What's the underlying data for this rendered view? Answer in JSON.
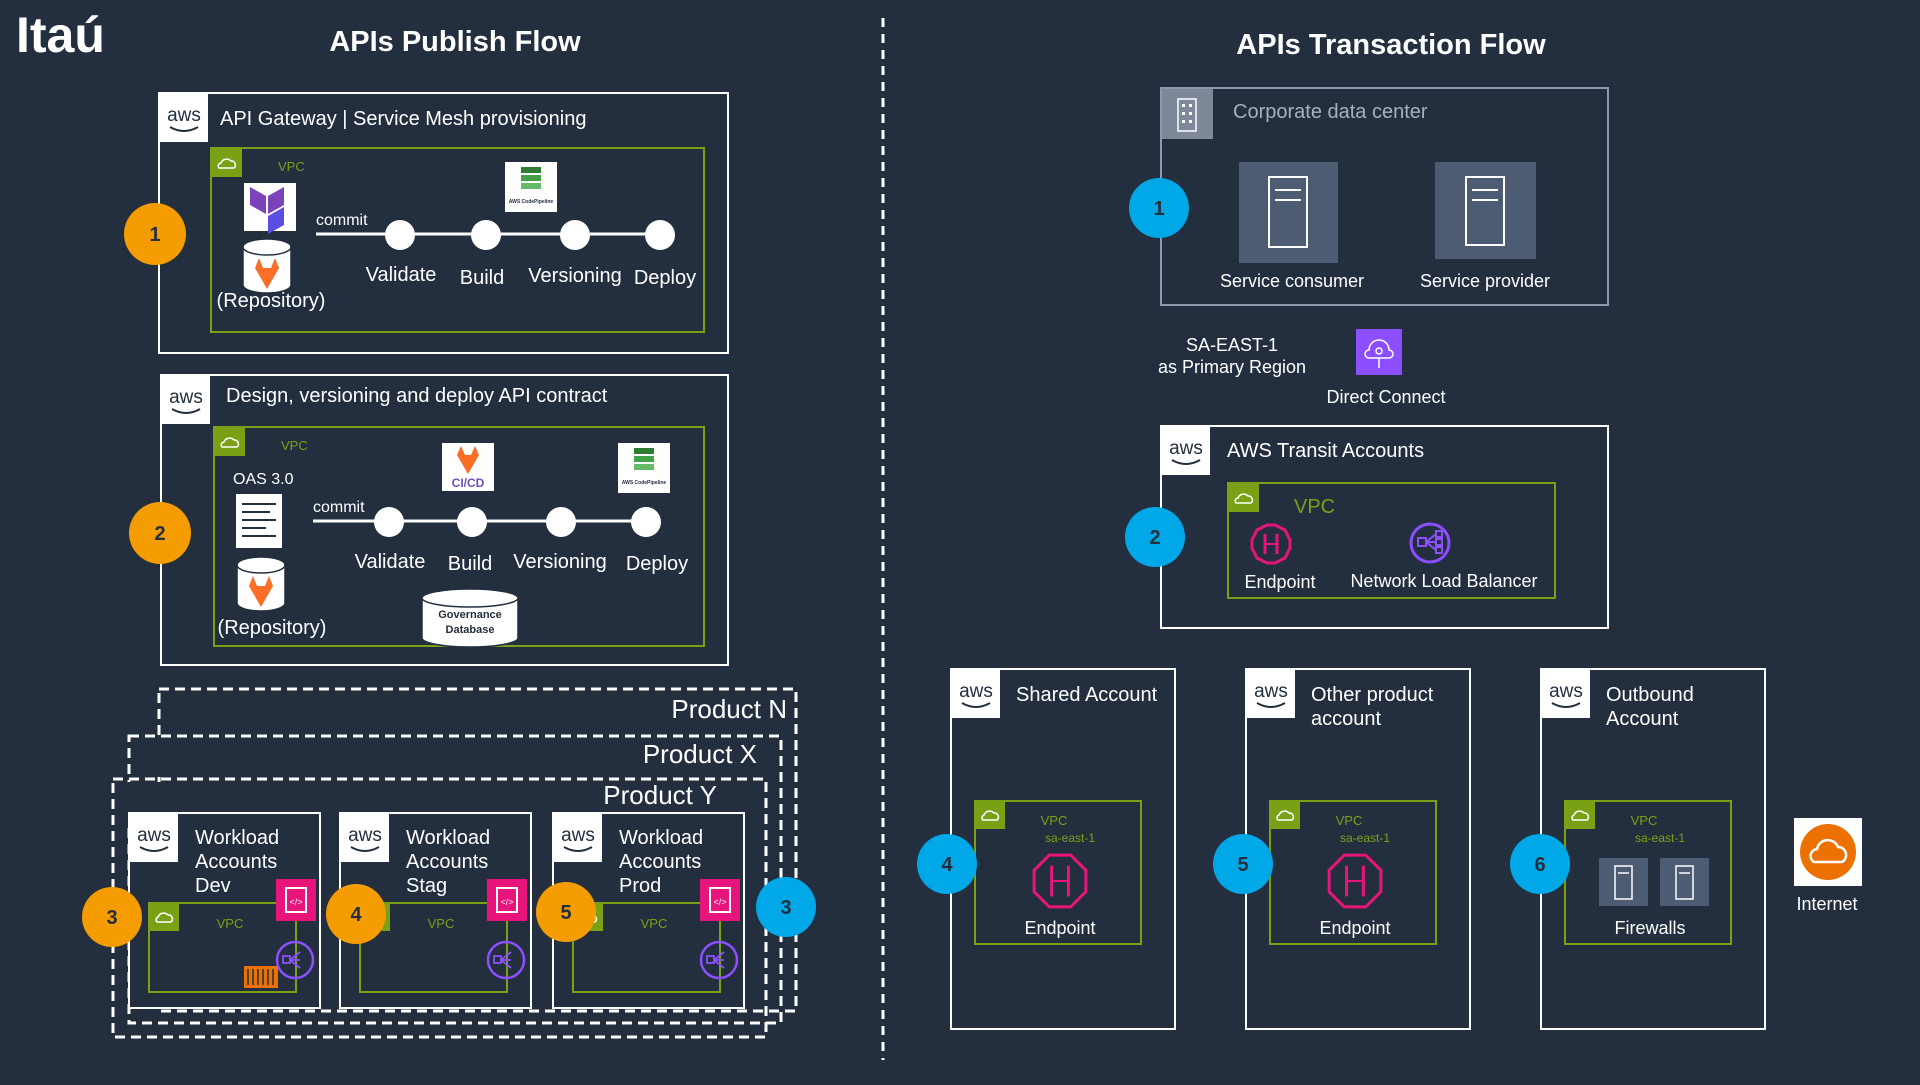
{
  "brand": "Itaú",
  "colors": {
    "background": "#232f3e",
    "vpc_green": "#7aa116",
    "badge_orange": "#f59c00",
    "badge_blue": "#00a8e8",
    "endpoint_pink": "#e7157b",
    "nlb_purple": "#8c4fff",
    "onprem_gray": "#4d5b73"
  },
  "publish": {
    "title": "APIs Publish Flow",
    "box1": {
      "aws": "aws",
      "title": "API Gateway | Service Mesh provisioning",
      "vpc": "VPC",
      "badge": "1",
      "commit": "commit",
      "repository": "(Repository)",
      "pipeline_icon_text": "AWS CodePipeline",
      "steps": [
        "Validate",
        "Build",
        "Versioning",
        "Deploy"
      ]
    },
    "box2": {
      "aws": "aws",
      "title": "Design, versioning and deploy API contract",
      "vpc": "VPC",
      "badge": "2",
      "oas": "OAS 3.0",
      "commit": "commit",
      "repository": "(Repository)",
      "cicd_text": "CI/CD",
      "pipeline_icon_text": "AWS CodePipeline",
      "governance": [
        "Governance",
        "Database"
      ],
      "steps": [
        "Validate",
        "Build",
        "Versioning",
        "Deploy"
      ]
    },
    "products": [
      "Product N",
      "Product X",
      "Product Y"
    ],
    "workloads": [
      {
        "aws": "aws",
        "lines": [
          "Workload",
          "Accounts",
          "Dev"
        ],
        "vpc": "VPC",
        "badge": "3"
      },
      {
        "aws": "aws",
        "lines": [
          "Workload",
          "Accounts",
          "Stag"
        ],
        "vpc": "VPC",
        "badge": "4"
      },
      {
        "aws": "aws",
        "lines": [
          "Workload",
          "Accounts",
          "Prod"
        ],
        "vpc": "VPC",
        "badge": "5"
      }
    ],
    "product_badge": "3"
  },
  "transaction": {
    "title": "APIs Transaction Flow",
    "datacenter": {
      "title": "Corporate data center",
      "badge": "1",
      "consumer": "Service consumer",
      "provider": "Service provider"
    },
    "region": [
      "SA-EAST-1",
      "as Primary Region"
    ],
    "direct_connect": "Direct Connect",
    "transit": {
      "aws": "aws",
      "title": "AWS Transit Accounts",
      "vpc": "VPC",
      "badge": "2",
      "endpoint": "Endpoint",
      "nlb": "Network Load Balancer"
    },
    "accounts": [
      {
        "aws": "aws",
        "lines": [
          "Shared Account"
        ],
        "vpc": "VPC",
        "region": "sa-east-1",
        "label": "Endpoint",
        "badge": "4"
      },
      {
        "aws": "aws",
        "lines": [
          "Other product",
          "account"
        ],
        "vpc": "VPC",
        "region": "sa-east-1",
        "label": "Endpoint",
        "badge": "5"
      },
      {
        "aws": "aws",
        "lines": [
          "Outbound",
          "Account"
        ],
        "vpc": "VPC",
        "region": "sa-east-1",
        "label": "Firewalls",
        "badge": "6"
      }
    ],
    "internet": "Internet"
  }
}
